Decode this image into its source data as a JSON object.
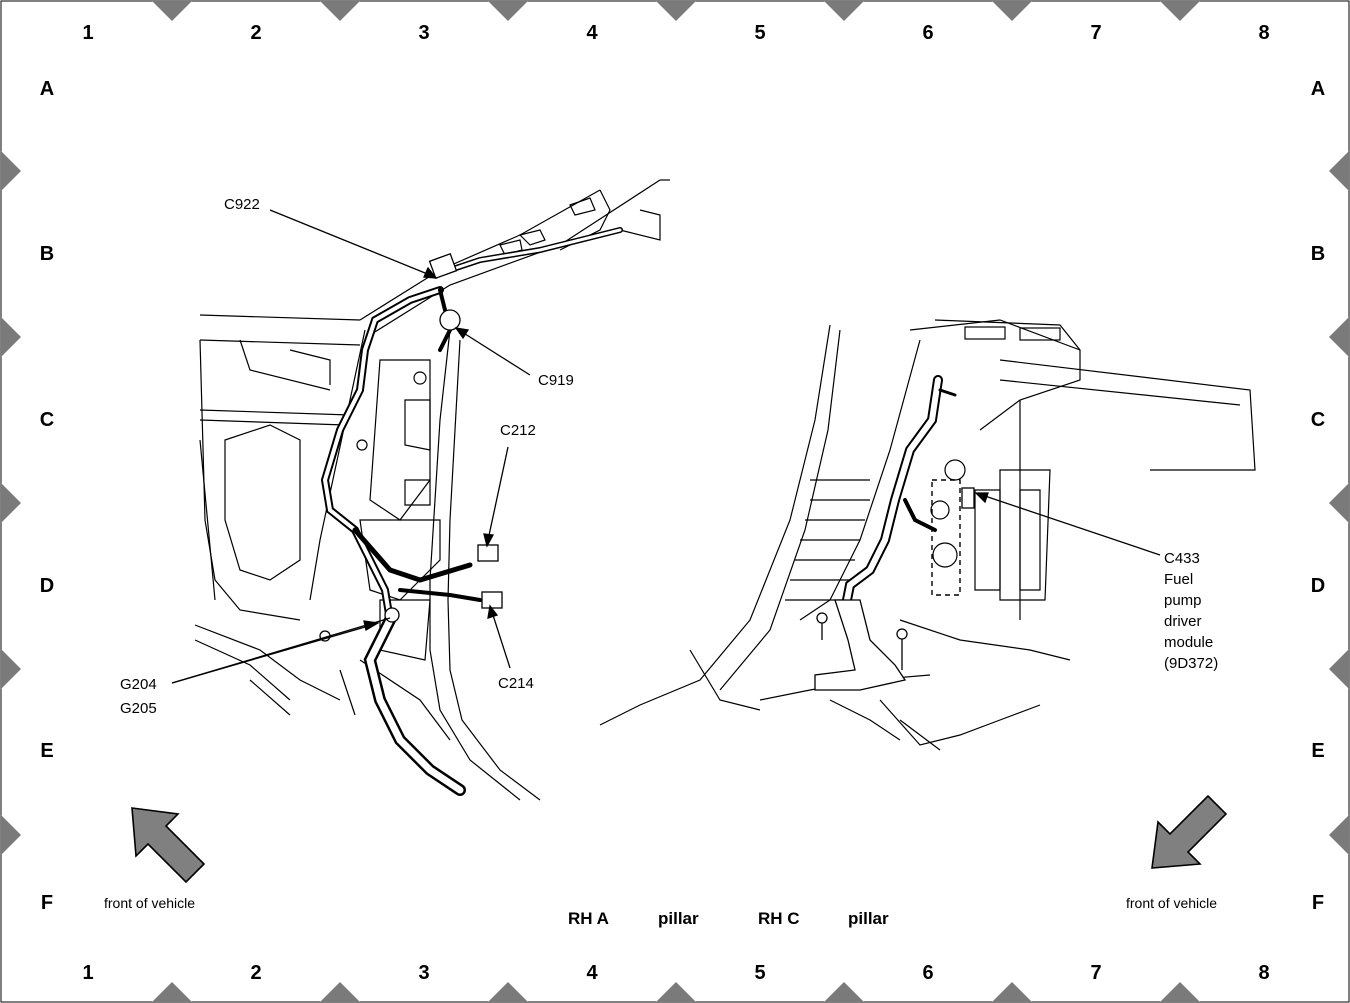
{
  "grid": {
    "columns": [
      "1",
      "2",
      "3",
      "4",
      "5",
      "6",
      "7",
      "8"
    ],
    "rows": [
      "A",
      "B",
      "C",
      "D",
      "E",
      "F"
    ]
  },
  "callouts": {
    "c922": "C922",
    "c919": "C919",
    "c212": "C212",
    "c214": "C214",
    "g204": "G204",
    "g205": "G205",
    "c433": "C433",
    "c433_desc_1": "Fuel",
    "c433_desc_2": "pump",
    "c433_desc_3": "driver",
    "c433_desc_4": "module",
    "c433_part": "(9D372)"
  },
  "direction": {
    "left_label": "front of vehicle",
    "right_label": "front of vehicle"
  },
  "title": {
    "part1": "RH A",
    "part2": "pillar",
    "part3": "RH C",
    "part4": "pillar"
  },
  "colors": {
    "marker": "#7a7a7a",
    "arrow_fill": "#808080",
    "line": "#000000"
  }
}
